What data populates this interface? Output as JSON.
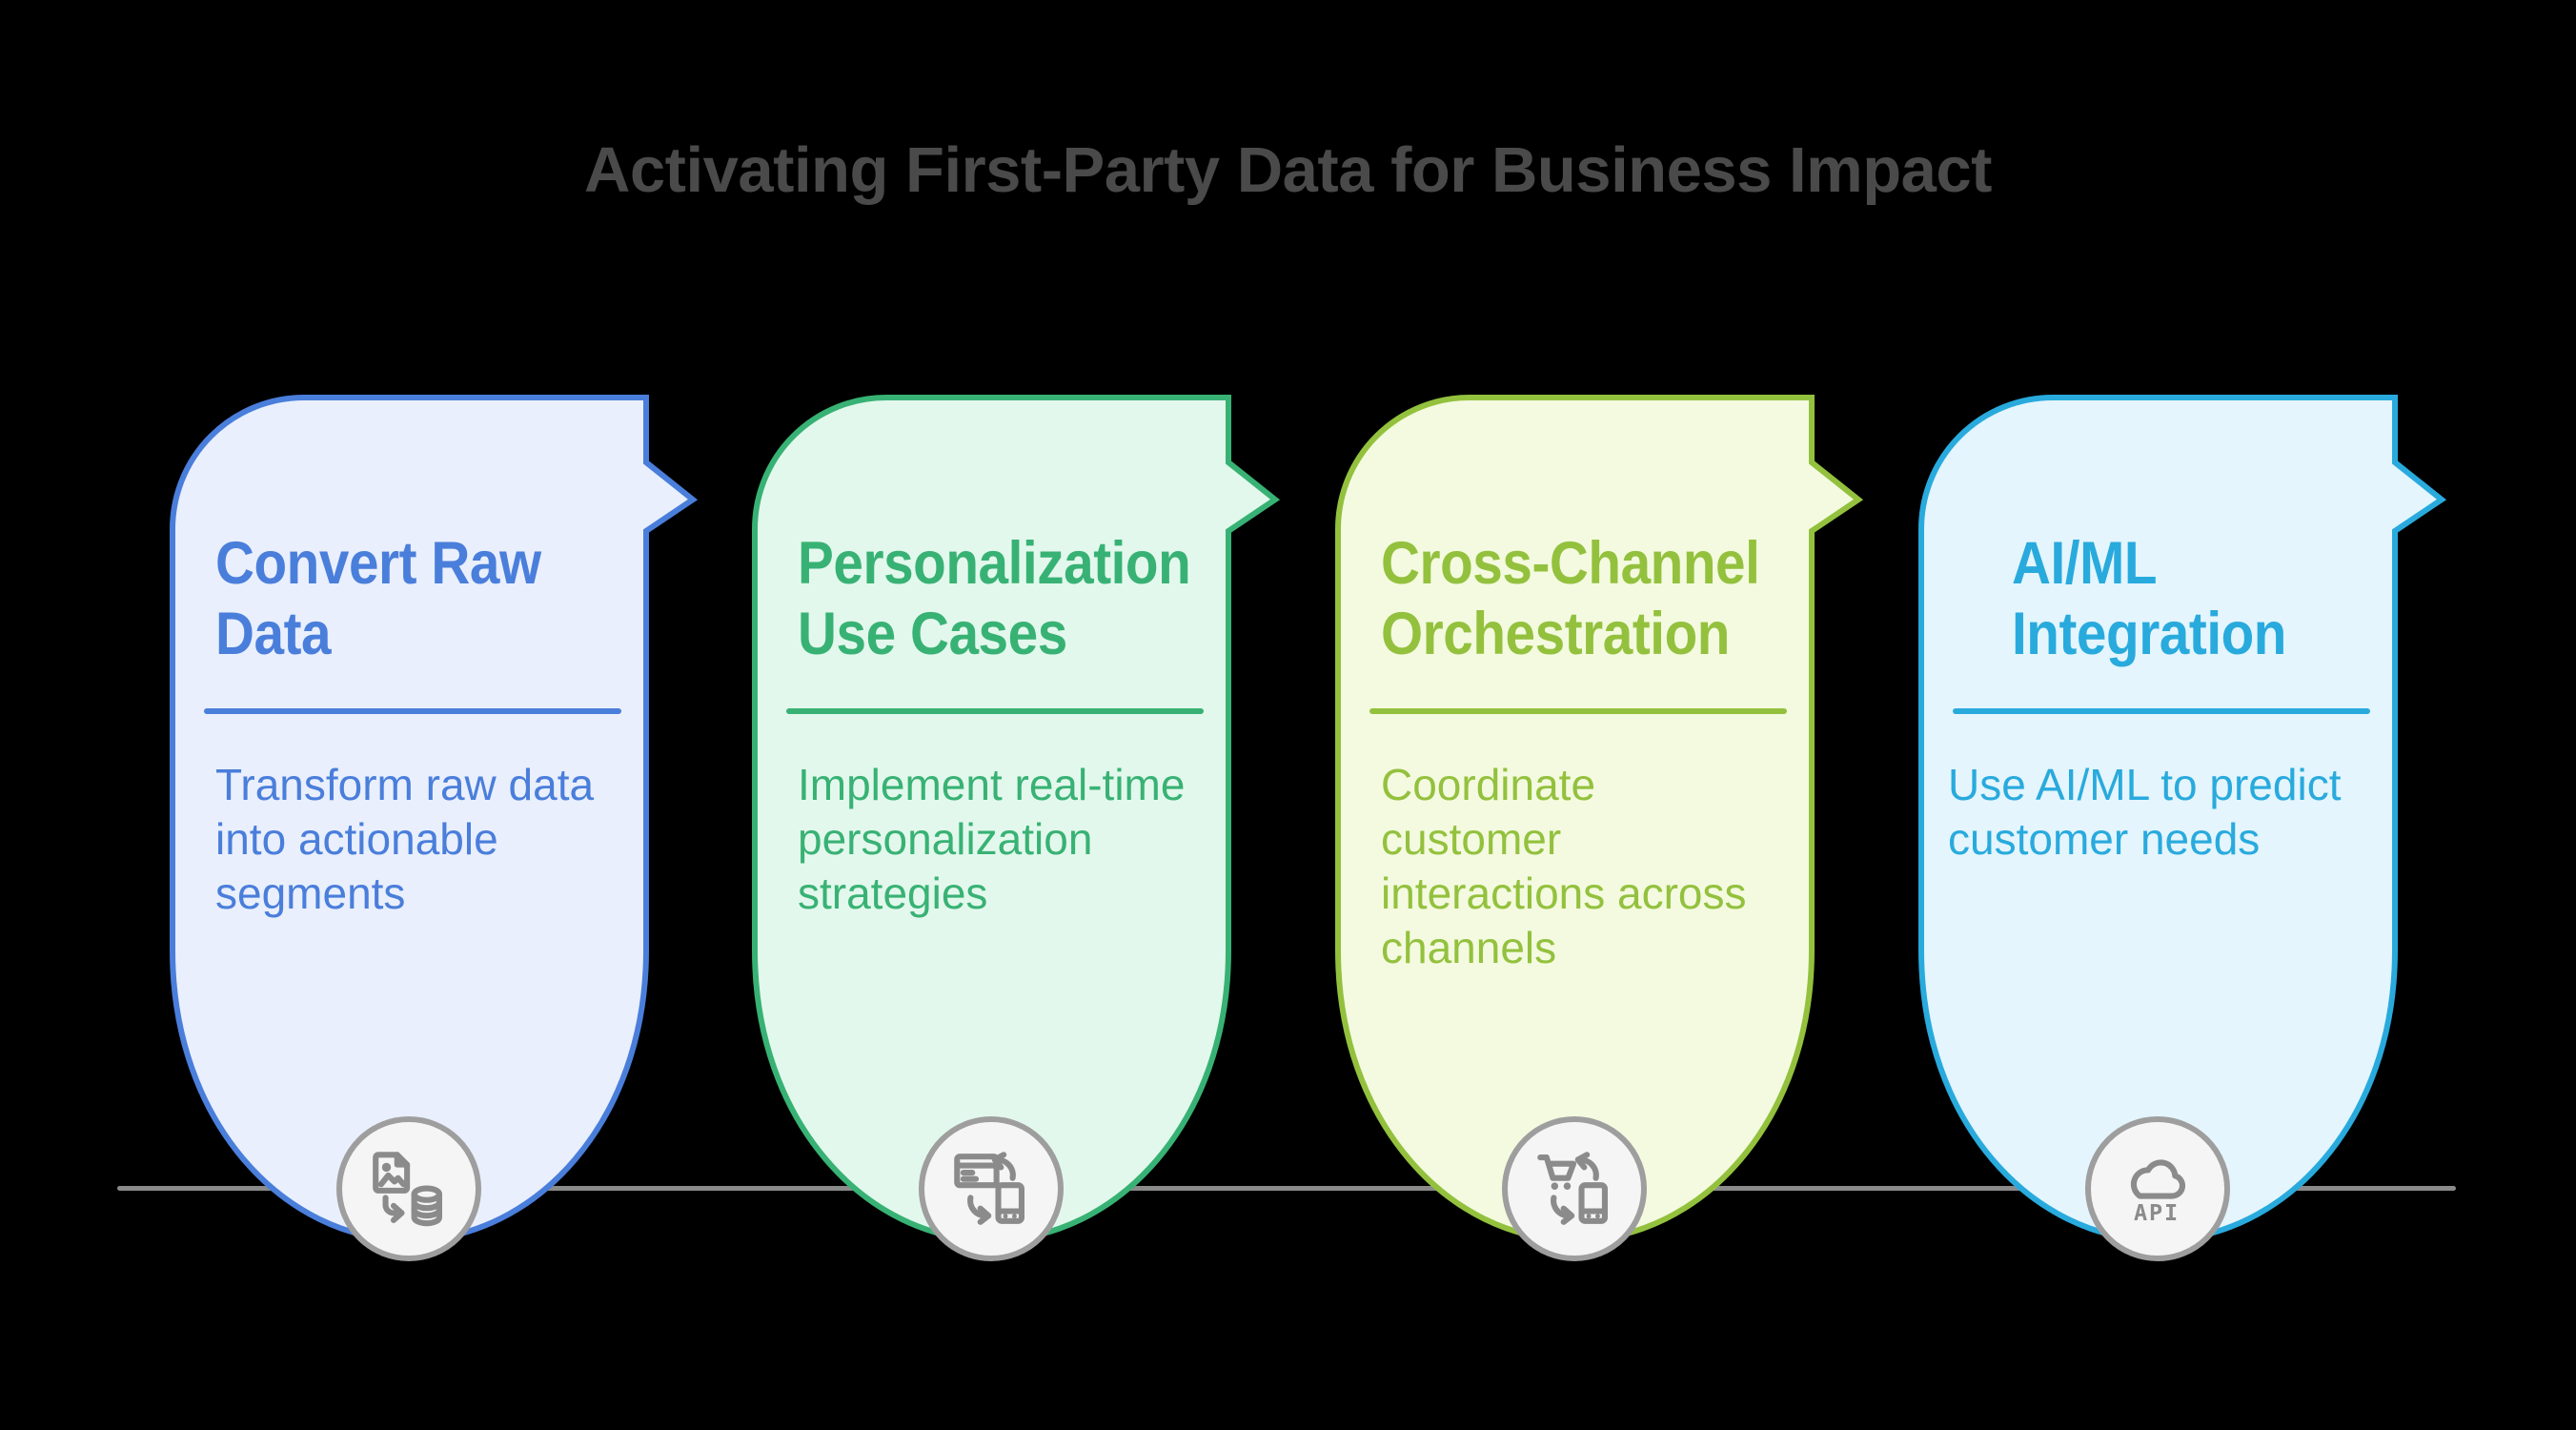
{
  "page": {
    "title": "Activating First-Party Data for Business Impact",
    "title_color": "#4a4a4a",
    "background": "#000000"
  },
  "timeline": {
    "line_color": "#8a8a8a",
    "circle_fill": "#f5f5f5",
    "circle_border": "#9e9e9e",
    "icon_color": "#8b8b8b"
  },
  "cards": [
    {
      "title": "Convert Raw\nData",
      "description": "Transform raw data\ninto actionable\nsegments",
      "accent": "#4a7edb",
      "fill": "#e9effc",
      "icon": "image-file-to-database-icon"
    },
    {
      "title": "Personalization\nUse Cases",
      "description": "Implement real-time\npersonalization\nstrategies",
      "accent": "#38b274",
      "fill": "#e3f8ed",
      "icon": "browser-phone-sync-icon"
    },
    {
      "title": "Cross-Channel\nOrchestration",
      "description": "Coordinate\ncustomer\ninteractions across\nchannels",
      "accent": "#93c13e",
      "fill": "#f4fadf",
      "icon": "cart-phone-sync-icon"
    },
    {
      "title": "AI/ML\nIntegration",
      "description": "Use AI/ML to predict\ncustomer needs",
      "accent": "#29aadd",
      "fill": "#e4f5fd",
      "icon": "cloud-api-icon"
    }
  ]
}
